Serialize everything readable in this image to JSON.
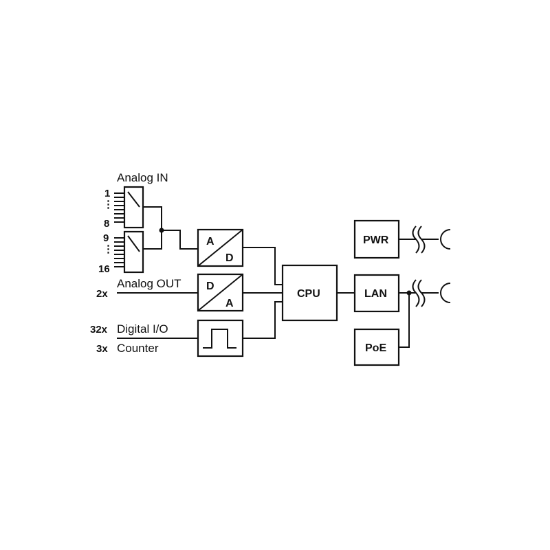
{
  "inputs": {
    "analog_in": {
      "label": "Analog IN",
      "mux1_first": "1",
      "mux1_last": "8",
      "mux2_first": "9",
      "mux2_last": "16"
    },
    "analog_out": {
      "count": "2x",
      "label": "Analog OUT"
    },
    "digital_io": {
      "count": "32x",
      "label": "Digital I/O"
    },
    "counter": {
      "count": "3x",
      "label": "Counter"
    }
  },
  "blocks": {
    "adc": {
      "top": "A",
      "bottom": "D"
    },
    "dac": {
      "top": "D",
      "bottom": "A"
    },
    "cpu": "CPU",
    "pwr": "PWR",
    "lan": "LAN",
    "poe": "PoE"
  }
}
